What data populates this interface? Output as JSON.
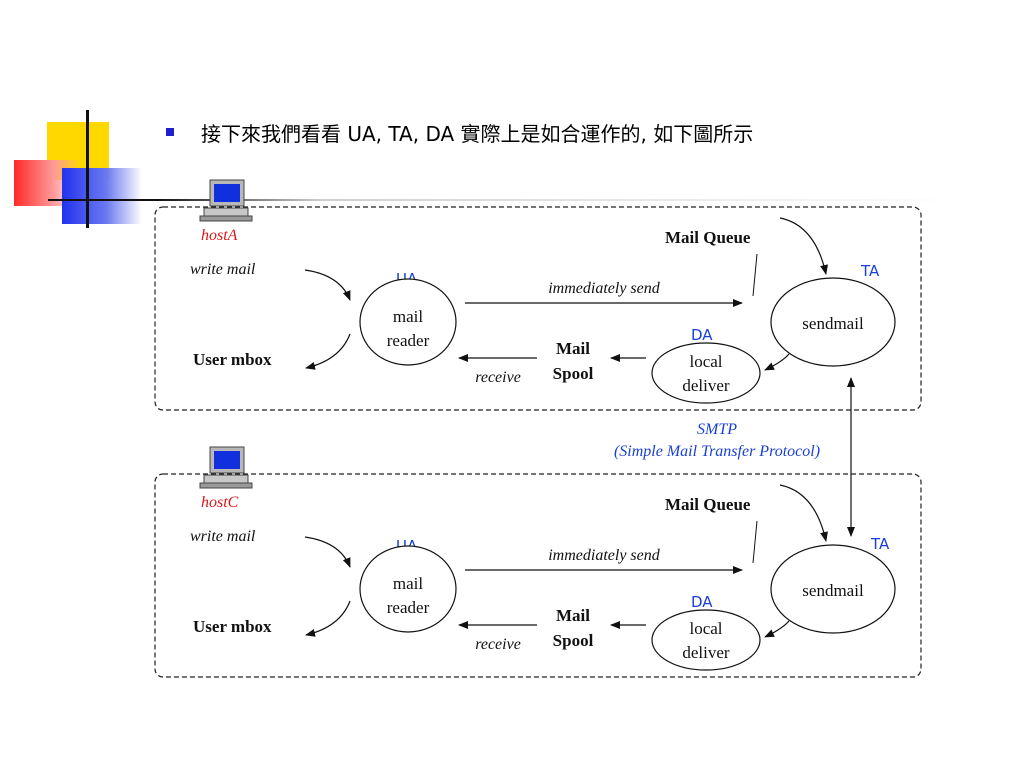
{
  "slide": {
    "title": "接下來我們看看 UA, TA, DA 實際上是如合運作的, 如下圖所示"
  },
  "diagram": {
    "hosts": [
      {
        "host_label": "hostA",
        "write_mail": "write mail",
        "user_mbox": "User mbox",
        "ua_label": "UA",
        "ua_text": [
          "mail",
          "reader"
        ],
        "immediately_send": "immediately send",
        "mail_queue": "Mail Queue",
        "ta_label": "TA",
        "ta_text": "sendmail",
        "da_label": "DA",
        "da_text": [
          "local",
          "deliver"
        ],
        "mail_spool": [
          "Mail",
          "Spool"
        ],
        "receive": "receive"
      },
      {
        "host_label": "hostC",
        "write_mail": "write mail",
        "user_mbox": "User mbox",
        "ua_label": "UA",
        "ua_text": [
          "mail",
          "reader"
        ],
        "immediately_send": "immediately send",
        "mail_queue": "Mail Queue",
        "ta_label": "TA",
        "ta_text": "sendmail",
        "da_label": "DA",
        "da_text": [
          "local",
          "deliver"
        ],
        "mail_spool": [
          "Mail",
          "Spool"
        ],
        "receive": "receive"
      }
    ],
    "smtp": "SMTP",
    "smtp_full": "(Simple Mail Transfer Protocol)"
  },
  "colors": {
    "label_blue": "#1a3fd6",
    "host_red": "#d81818",
    "bullet": "#1f1fd0"
  }
}
